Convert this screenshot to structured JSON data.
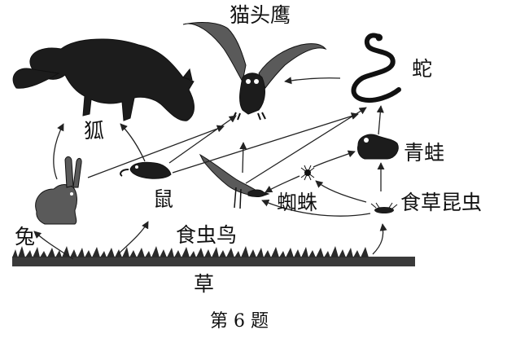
{
  "labels": {
    "owl": "猫头鹰",
    "snake": "蛇",
    "fox": "狐",
    "frog": "青蛙",
    "rabbit": "兔",
    "mouse": "鼠",
    "spider": "蜘蛛",
    "herbivorous_insect": "食草昆虫",
    "insectivorous_bird": "食虫鸟",
    "grass": "草"
  },
  "caption": "第 6 题",
  "food_chain_links": [
    [
      "草",
      "兔"
    ],
    [
      "草",
      "鼠"
    ],
    [
      "草",
      "食草昆虫"
    ],
    [
      "兔",
      "狐"
    ],
    [
      "兔",
      "猫头鹰"
    ],
    [
      "鼠",
      "狐"
    ],
    [
      "鼠",
      "猫头鹰"
    ],
    [
      "鼠",
      "蛇"
    ],
    [
      "食草昆虫",
      "蜘蛛"
    ],
    [
      "食草昆虫",
      "青蛙"
    ],
    [
      "食草昆虫",
      "食虫鸟"
    ],
    [
      "蜘蛛",
      "青蛙"
    ],
    [
      "蜘蛛",
      "食虫鸟"
    ],
    [
      "食虫鸟",
      "猫头鹰"
    ],
    [
      "食虫鸟",
      "蛇"
    ],
    [
      "青蛙",
      "蛇"
    ],
    [
      "蛇",
      "猫头鹰"
    ]
  ]
}
